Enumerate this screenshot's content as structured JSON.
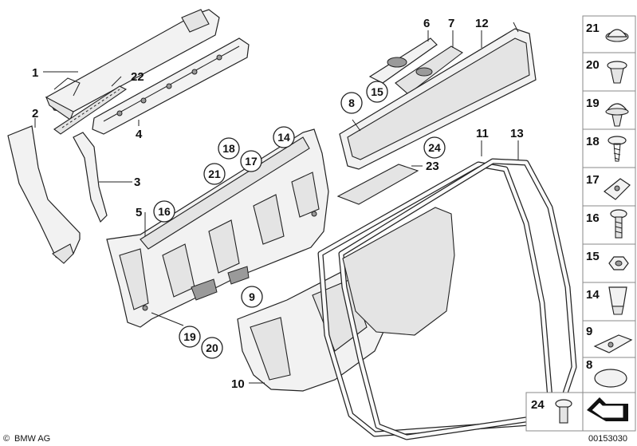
{
  "callouts": {
    "c1": "1",
    "c2": "2",
    "c3": "3",
    "c4": "4",
    "c5": "5",
    "c6": "6",
    "c7": "7",
    "c8": "8",
    "c9": "9",
    "c10": "10",
    "c11": "11",
    "c12": "12",
    "c13": "13",
    "c14": "14",
    "c15": "15",
    "c16": "16",
    "c17": "17",
    "c18": "18",
    "c19": "19",
    "c20": "20",
    "c21": "21",
    "c22": "22",
    "c23": "23",
    "c24": "24"
  },
  "side_panel": {
    "items": [
      "21",
      "20",
      "19",
      "18",
      "17",
      "16",
      "15",
      "14",
      "9",
      "8"
    ]
  },
  "bottom_part_label": "24",
  "footer": {
    "brand": "BMW AG",
    "copyright_symbol": "©",
    "drawing_number": "00153030"
  }
}
